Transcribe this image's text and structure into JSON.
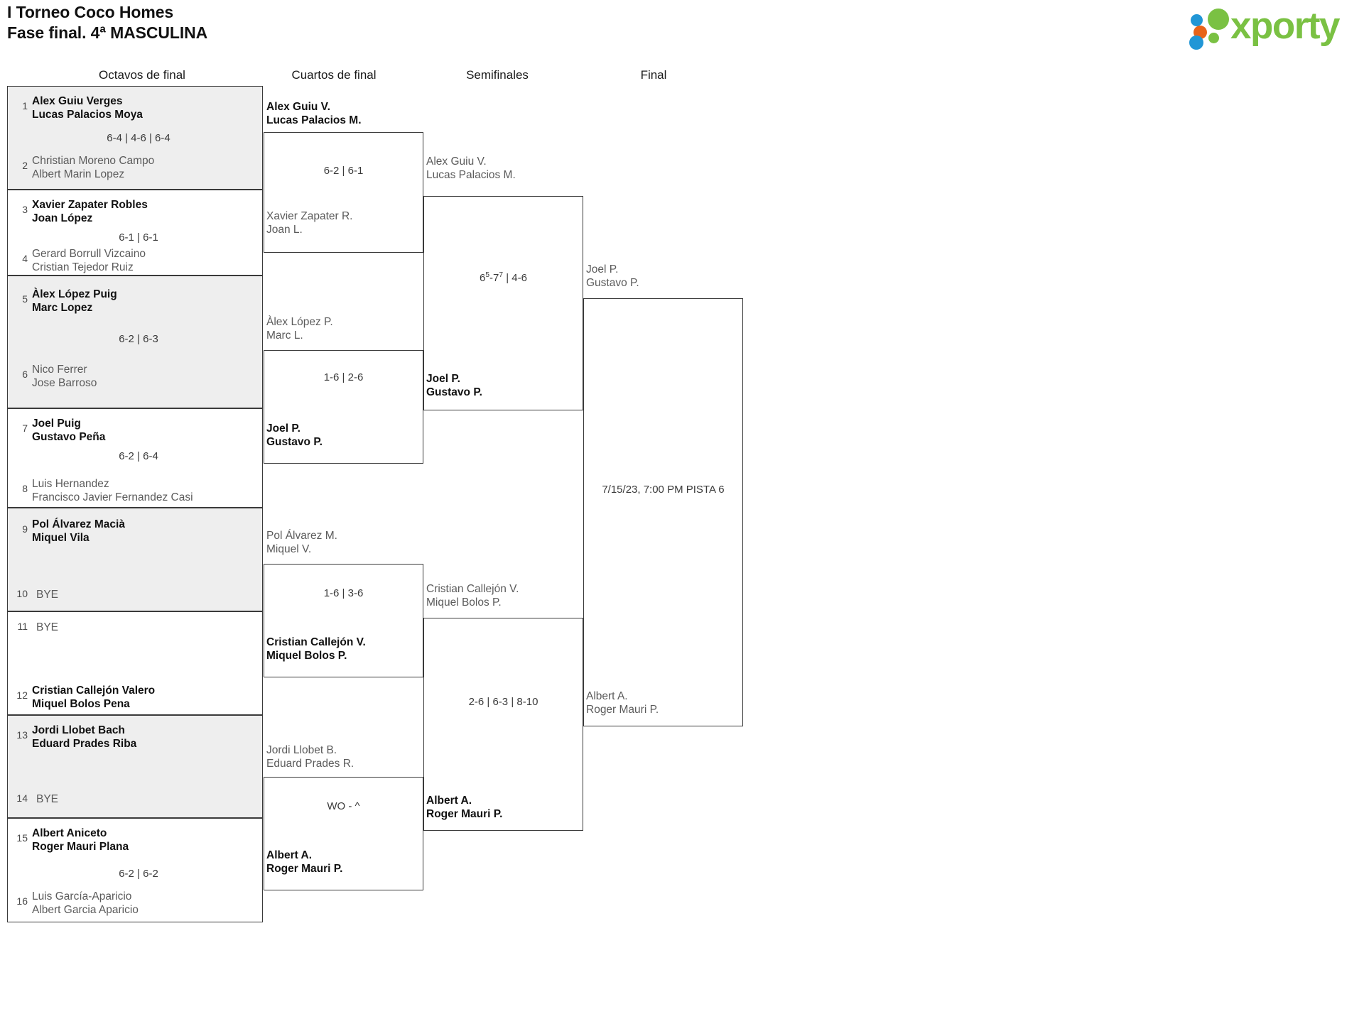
{
  "header": {
    "title_line1": "I Torneo Coco Homes",
    "title_line2": "Fase final. 4ª MASCULINA",
    "logo_text": "xporty",
    "brand_colors": {
      "green": "#7ac143",
      "blue": "#2196d6",
      "orange": "#e8631a"
    }
  },
  "rounds": [
    {
      "label": "Octavos de final"
    },
    {
      "label": "Cuartos de final"
    },
    {
      "label": "Semifinales"
    },
    {
      "label": "Final"
    }
  ],
  "round1": {
    "pairs": [
      {
        "seed_top": "1",
        "top_line1": "Alex Guiu Verges",
        "top_line2": "Lucas Palacios Moya",
        "top_result": "winner",
        "score": "6-4 | 4-6 | 6-4",
        "seed_bottom": "2",
        "bottom_line1": "Christian Moreno Campo",
        "bottom_line2": "Albert Marin Lopez",
        "bottom_result": "loser",
        "shaded": true
      },
      {
        "seed_top": "3",
        "top_line1": "Xavier Zapater Robles",
        "top_line2": "Joan López",
        "top_result": "winner",
        "score": "6-1 | 6-1",
        "seed_bottom": "4",
        "bottom_line1": "Gerard Borrull Vizcaino",
        "bottom_line2": "Cristian Tejedor Ruiz",
        "bottom_result": "loser",
        "shaded": false
      },
      {
        "seed_top": "5",
        "top_line1": "Àlex López Puig",
        "top_line2": "Marc Lopez",
        "top_result": "winner",
        "score": "6-2 | 6-3",
        "seed_bottom": "6",
        "bottom_line1": "Nico Ferrer",
        "bottom_line2": "Jose Barroso",
        "bottom_result": "loser",
        "shaded": true
      },
      {
        "seed_top": "7",
        "top_line1": "Joel Puig",
        "top_line2": "Gustavo Peña",
        "top_result": "winner",
        "score": "6-2 | 6-4",
        "seed_bottom": "8",
        "bottom_line1": "Luis Hernandez",
        "bottom_line2": "Francisco Javier Fernandez Casi",
        "bottom_result": "loser",
        "shaded": false
      },
      {
        "seed_top": "9",
        "top_line1": "Pol Álvarez Macià",
        "top_line2": "Miquel Vila",
        "top_result": "winner",
        "score": "",
        "seed_bottom": "10",
        "bottom_line1": "BYE",
        "bottom_line2": "",
        "bottom_result": "bye",
        "shaded": true
      },
      {
        "seed_top": "11",
        "top_line1": "BYE",
        "top_line2": "",
        "top_result": "bye",
        "score": "",
        "seed_bottom": "12",
        "bottom_line1": "Cristian Callejón Valero",
        "bottom_line2": "Miquel Bolos Pena",
        "bottom_result": "winner",
        "shaded": false
      },
      {
        "seed_top": "13",
        "top_line1": "Jordi Llobet Bach",
        "top_line2": "Eduard Prades Riba",
        "top_result": "winner",
        "score": "",
        "seed_bottom": "14",
        "bottom_line1": "BYE",
        "bottom_line2": "",
        "bottom_result": "bye",
        "shaded": true
      },
      {
        "seed_top": "15",
        "top_line1": "Albert Aniceto",
        "top_line2": "Roger Mauri Plana",
        "top_result": "winner",
        "score": "6-2 | 6-2",
        "seed_bottom": "16",
        "bottom_line1": "Luis García-Aparicio",
        "bottom_line2": "Albert Garcia Aparicio",
        "bottom_result": "loser",
        "shaded": false
      }
    ]
  },
  "round2": {
    "matches": [
      {
        "top_line1": "Alex Guiu V.",
        "top_line2": "Lucas Palacios M.",
        "top_result": "winner",
        "score": "6-2 | 6-1",
        "bottom_line1": "Xavier Zapater R.",
        "bottom_line2": "Joan L.",
        "bottom_result": "loser"
      },
      {
        "top_line1": "Àlex López P.",
        "top_line2": "Marc L.",
        "top_result": "loser",
        "score": "1-6 | 2-6",
        "bottom_line1": "Joel P.",
        "bottom_line2": "Gustavo P.",
        "bottom_result": "winner"
      },
      {
        "top_line1": "Pol Álvarez M.",
        "top_line2": "Miquel V.",
        "top_result": "loser",
        "score": "1-6 | 3-6",
        "bottom_line1": "Cristian Callejón V.",
        "bottom_line2": "Miquel Bolos P.",
        "bottom_result": "winner"
      },
      {
        "top_line1": "Jordi Llobet B.",
        "top_line2": "Eduard Prades R.",
        "top_result": "loser",
        "score": "WO - ^",
        "bottom_line1": "Albert A.",
        "bottom_line2": "Roger Mauri P.",
        "bottom_result": "winner"
      }
    ]
  },
  "round3": {
    "matches": [
      {
        "top_line1": "Alex Guiu V.",
        "top_line2": "Lucas Palacios M.",
        "top_result": "loser",
        "score_prefix": "6",
        "score_sup1": "5",
        "score_mid": "-7",
        "score_sup2": "7",
        "score_suffix": " | 4-6",
        "score_plain": "6⁵-7⁷ | 4-6",
        "bottom_line1": "Joel P.",
        "bottom_line2": "Gustavo P.",
        "bottom_result": "winner"
      },
      {
        "top_line1": "Cristian Callejón V.",
        "top_line2": "Miquel Bolos P.",
        "top_result": "loser",
        "score_plain": "2-6 | 6-3 | 8-10",
        "bottom_line1": "Albert A.",
        "bottom_line2": "Roger Mauri P.",
        "bottom_result": "winner"
      }
    ]
  },
  "round4": {
    "match": {
      "top_line1": "Joel P.",
      "top_line2": "Gustavo P.",
      "top_result": "loser",
      "schedule": "7/15/23, 7:00 PM PISTA 6",
      "bottom_line1": "Albert A.",
      "bottom_line2": "Roger Mauri P.",
      "bottom_result": "loser"
    }
  }
}
